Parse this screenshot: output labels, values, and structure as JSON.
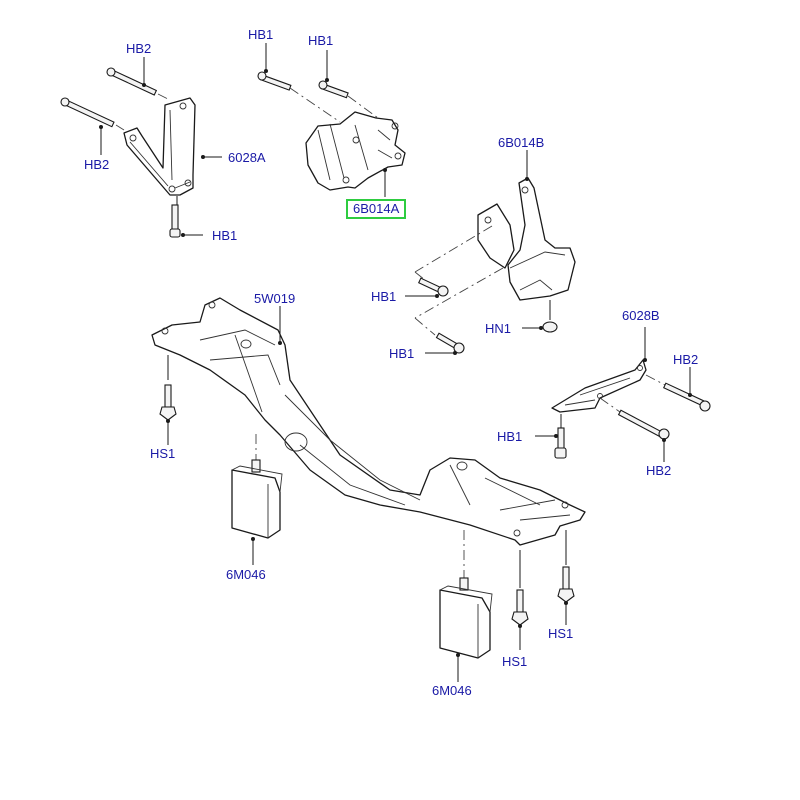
{
  "diagram": {
    "highlight_color": "#2ecc40",
    "label_color": "#1a1aa6",
    "labels": [
      {
        "id": "hb2-top",
        "text": "HB2"
      },
      {
        "id": "hb2-left",
        "text": "HB2"
      },
      {
        "id": "6028a",
        "text": "6028A"
      },
      {
        "id": "hb1-6028a",
        "text": "HB1"
      },
      {
        "id": "hb1-top-a",
        "text": "HB1"
      },
      {
        "id": "hb1-top-b",
        "text": "HB1"
      },
      {
        "id": "6b014a",
        "text": "6B014A",
        "highlighted": true
      },
      {
        "id": "6b014b",
        "text": "6B014B"
      },
      {
        "id": "hb1-mid-a",
        "text": "HB1"
      },
      {
        "id": "hb1-mid-b",
        "text": "HB1"
      },
      {
        "id": "hn1",
        "text": "HN1"
      },
      {
        "id": "5w019",
        "text": "5W019"
      },
      {
        "id": "6028b",
        "text": "6028B"
      },
      {
        "id": "hb2-right-top",
        "text": "HB2"
      },
      {
        "id": "hb1-right",
        "text": "HB1"
      },
      {
        "id": "hb2-right-bottom",
        "text": "HB2"
      },
      {
        "id": "hs1-left",
        "text": "HS1"
      },
      {
        "id": "6m046-left",
        "text": "6M046"
      },
      {
        "id": "hs1-center",
        "text": "HS1"
      },
      {
        "id": "hs1-right",
        "text": "HS1"
      },
      {
        "id": "6m046-right",
        "text": "6M046"
      }
    ]
  }
}
